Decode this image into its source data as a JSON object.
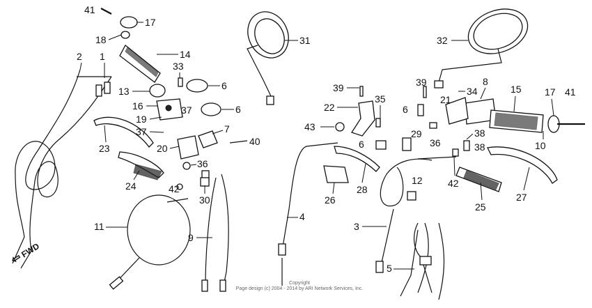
{
  "diagram": {
    "callouts": [
      "1",
      "2",
      "3",
      "4",
      "5",
      "6",
      "6",
      "6",
      "6",
      "7",
      "8",
      "9",
      "10",
      "11",
      "12",
      "13",
      "14",
      "15",
      "16",
      "17",
      "17",
      "18",
      "19",
      "20",
      "21",
      "22",
      "23",
      "24",
      "25",
      "26",
      "27",
      "28",
      "29",
      "30",
      "31",
      "32",
      "33",
      "34",
      "35",
      "36",
      "36",
      "37",
      "37",
      "38",
      "38",
      "39",
      "39",
      "40",
      "41",
      "41",
      "42",
      "42",
      "43"
    ],
    "fwd_label": "FWD",
    "copyright": [
      "Copyright",
      "Page design (c) 2004 - 2014 by ARI Network Services, Inc."
    ]
  }
}
